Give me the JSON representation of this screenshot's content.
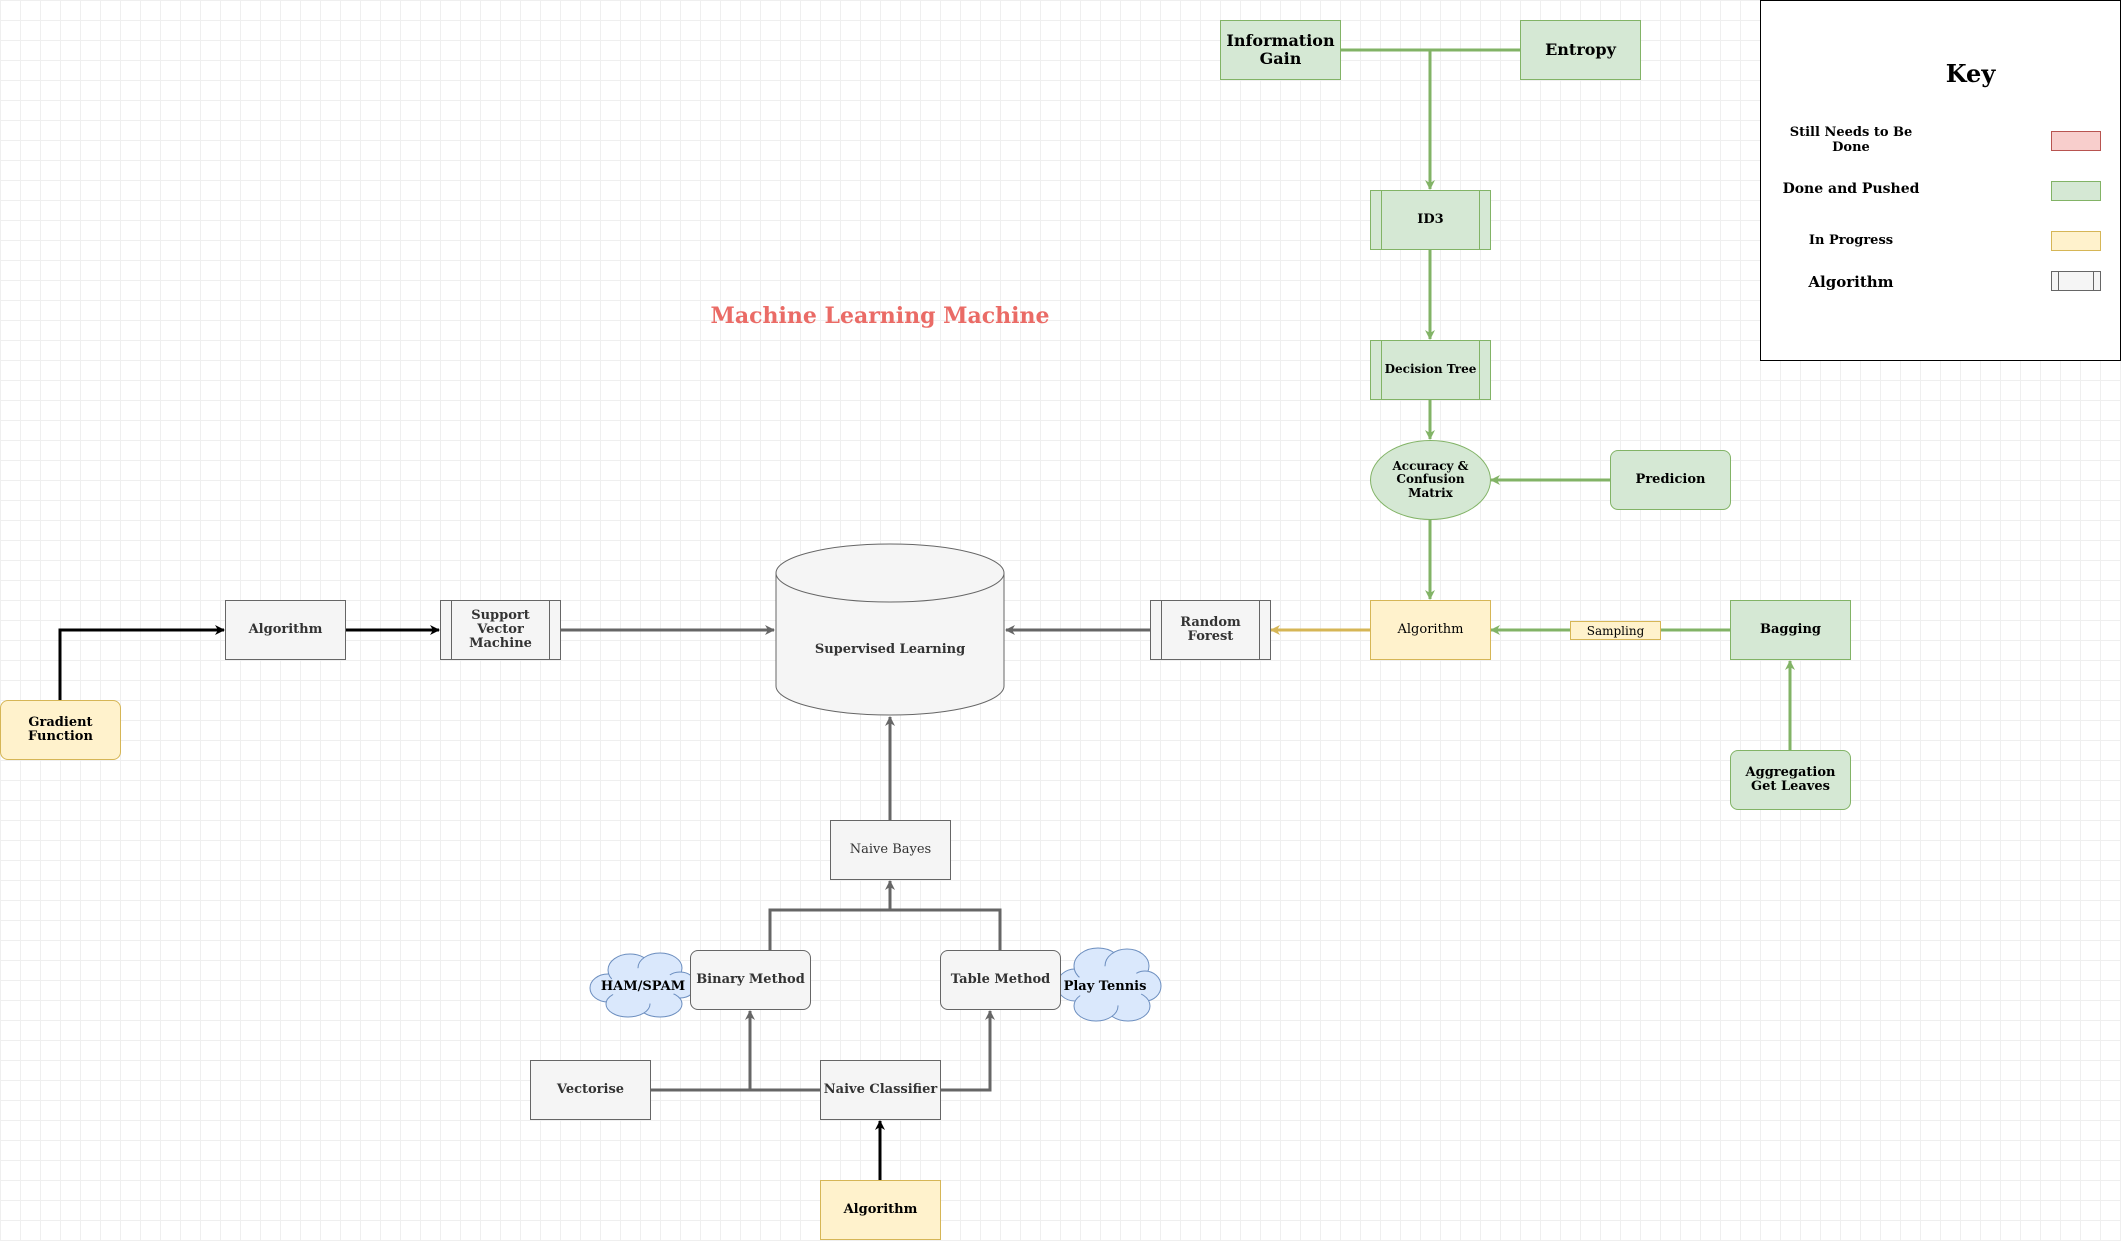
{
  "diagram": {
    "title": "Machine Learning Machine",
    "nodes": {
      "information_gain": "Information Gain",
      "entropy": "Entropy",
      "id3": "ID3",
      "decision_tree": "Decision Tree",
      "accuracy": "Accuracy & Confusion Matrix",
      "prediction": "Predicion",
      "algorithm_rf": "Algorithm",
      "bagging": "Bagging",
      "aggregation": "Aggregation Get Leaves",
      "random_forest": "Random Forest",
      "supervised_learning": "Supervised Learning",
      "svm": "Support Vector Machine",
      "algorithm_svm": "Algorithm",
      "gradient_function": "Gradient Function",
      "naive_bayes": "Naive Bayes",
      "binary_method": "Binary Method",
      "table_method": "Table Method",
      "ham_spam": "HAM/SPAM",
      "play_tennis": "Play Tennis",
      "vectorise": "Vectorise",
      "naive_classifier": "Naive Classifier",
      "algorithm_nb": "Algorithm"
    },
    "edge_labels": {
      "sampling": "Sampling"
    },
    "colors": {
      "done": "#d5e8d4",
      "done_stroke": "#82b366",
      "in_progress": "#fff2cc",
      "in_progress_stroke": "#d6b656",
      "todo": "#f8cecc",
      "todo_stroke": "#b85450",
      "algorithm": "#f5f5f5",
      "algorithm_stroke": "#666666",
      "cloud": "#dae8fc",
      "cloud_stroke": "#6c8ebf",
      "title": "#ea6b66"
    }
  },
  "key": {
    "title": "Key",
    "items": [
      {
        "label": "Still Needs to Be Done",
        "swatch": "red"
      },
      {
        "label": "Done and Pushed",
        "swatch": "green"
      },
      {
        "label": "In Progress",
        "swatch": "yellow"
      },
      {
        "label": "Algorithm",
        "swatch": "grey-process"
      }
    ]
  }
}
